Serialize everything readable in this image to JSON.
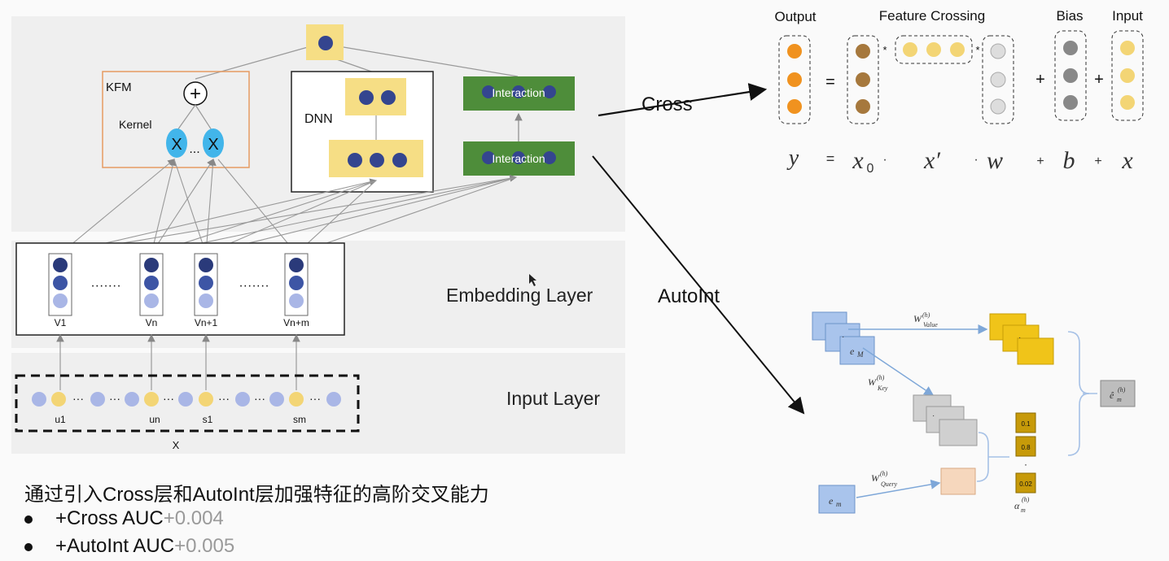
{
  "left_diagram": {
    "kfm_label": "KFM",
    "kernel_label": "Kernel",
    "plus_symbol": "+",
    "x_symbol": "X",
    "ellipsis": "...",
    "dnn_label": "DNN",
    "interaction_top": "Interaction",
    "interaction_bottom": "Interaction",
    "embedding_layer": "Embedding  Layer",
    "input_layer": "Input Layer",
    "emb_dots": "·······",
    "emb_labels": [
      "V1",
      "Vn",
      "Vn+1",
      "Vn+m"
    ],
    "input_labels": [
      "u1",
      "un",
      "s1",
      "sm"
    ],
    "input_dots": "···",
    "x_label": "X"
  },
  "arrows": {
    "cross_label": "Cross",
    "autoint_label": "AutoInt"
  },
  "cross_diagram": {
    "output": "Output",
    "feature_crossing": "Feature Crossing",
    "bias": "Bias",
    "input": "Input",
    "equals": "=",
    "plus": "+",
    "star": "*",
    "formula": {
      "y": "y",
      "eq": "=",
      "x0": "x",
      "x0_sub": "0",
      "dot": "·",
      "xprime": "x′",
      "w": "w",
      "plus": "+",
      "b": "b",
      "x": "x"
    }
  },
  "autoint_diagram": {
    "w_value": "W",
    "w_value_sup": "(h)",
    "w_value_sub": "Value",
    "w_key": "W",
    "w_key_sup": "(h)",
    "w_key_sub": "Key",
    "w_query": "W",
    "w_query_sup": "(h)",
    "w_query_sub": "Query",
    "e_M": "e",
    "e_M_sub": "M",
    "e_m": "e",
    "e_m_sub": "m",
    "e_hat": "ê",
    "e_hat_sub": "m",
    "e_hat_sup": "(h)",
    "alpha": "α",
    "alpha_sub": "m",
    "alpha_sup": "(h)",
    "dots": "·",
    "weights": [
      "0.1",
      "0.8",
      "0.02"
    ]
  },
  "notes": {
    "heading": "通过引入Cross层和AutoInt层加强特征的高阶交叉能力",
    "bullets": [
      {
        "label": "+Cross AUC",
        "delta": "+0.004"
      },
      {
        "label": "+AutoInt AUC",
        "delta": "+0.005"
      }
    ]
  },
  "colors": {
    "navy": "#34458f",
    "light_blue": "#a9b6e6",
    "yellow_box": "#f6de85",
    "yellow_dot": "#f3d575",
    "green_box": "#4e8d3a",
    "kfm_border": "#e59b62",
    "cyan": "#42b5ea"
  }
}
